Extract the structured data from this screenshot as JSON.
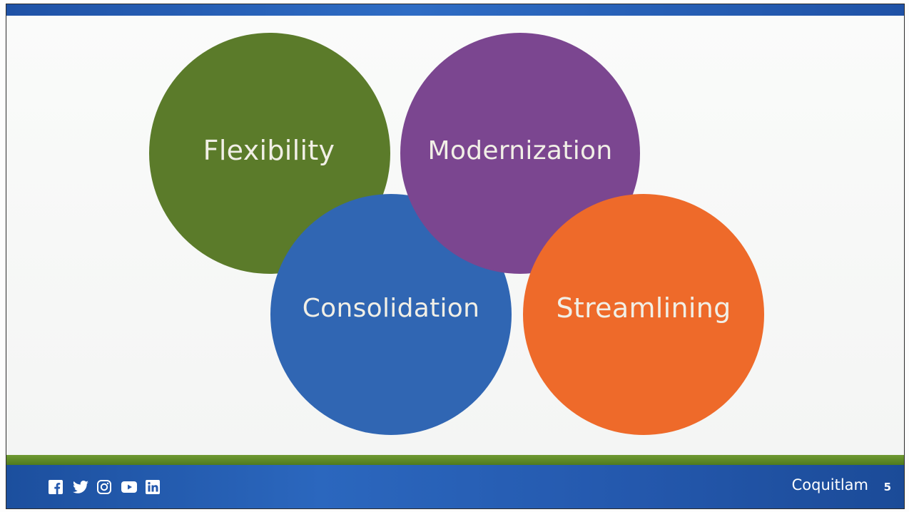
{
  "slide": {
    "circles": [
      {
        "label": "Flexibility",
        "color": "#5b7b2a"
      },
      {
        "label": "Modernization",
        "color": "#7b4690"
      },
      {
        "label": "Consolidation",
        "color": "#3066b3"
      },
      {
        "label": "Streamlining",
        "color": "#ee6a2a"
      }
    ]
  },
  "footer": {
    "social_icons": [
      "facebook-icon",
      "twitter-icon",
      "instagram-icon",
      "youtube-icon",
      "linkedin-icon"
    ],
    "brand": "Coquitlam",
    "page_number": "5"
  },
  "colors": {
    "header_bar": "#1f52a6",
    "green_band": "#5e8a28",
    "footer_bg": "#2458ad"
  }
}
